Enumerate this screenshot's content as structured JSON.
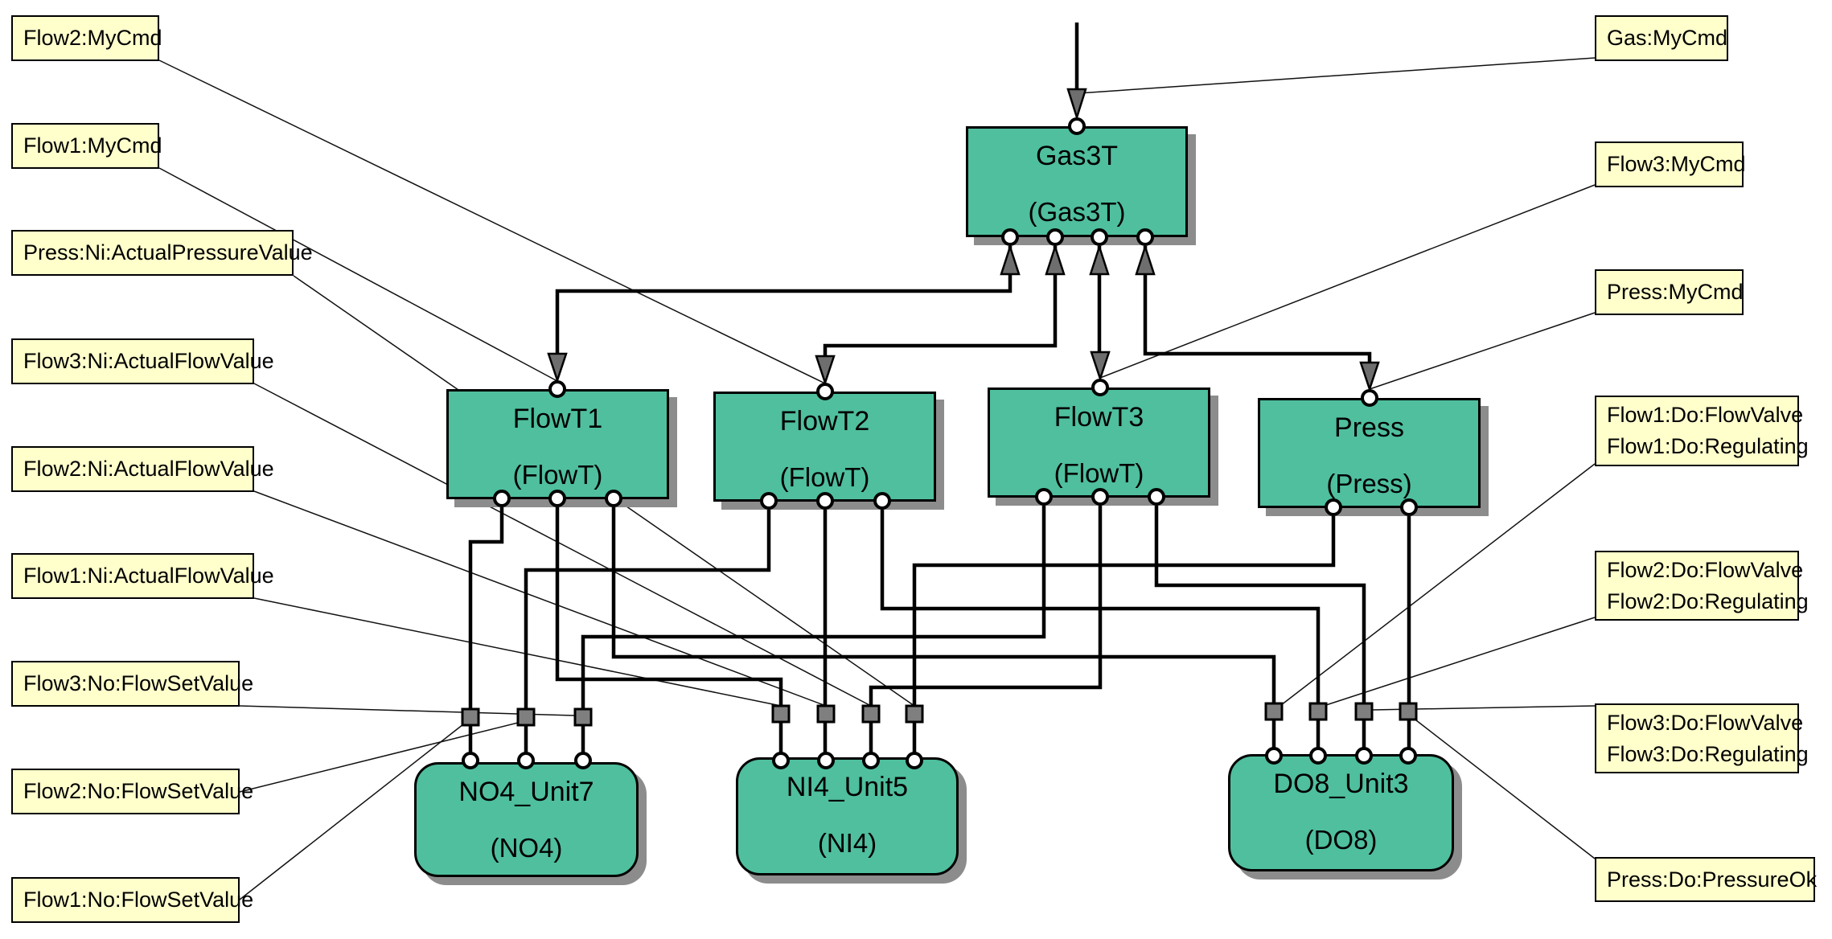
{
  "diagram_type": "function-block-network",
  "blocks": {
    "gas3t": {
      "title": "Gas3T",
      "subtitle": "(Gas3T)"
    },
    "flowt1": {
      "title": "FlowT1",
      "subtitle": "(FlowT)"
    },
    "flowt2": {
      "title": "FlowT2",
      "subtitle": "(FlowT)"
    },
    "flowt3": {
      "title": "FlowT3",
      "subtitle": "(FlowT)"
    },
    "press": {
      "title": "Press",
      "subtitle": "(Press)"
    },
    "no4_unit7": {
      "title": "NO4_Unit7",
      "subtitle": "(NO4)"
    },
    "ni4_unit5": {
      "title": "NI4_Unit5",
      "subtitle": "(NI4)"
    },
    "do8_unit3": {
      "title": "DO8_Unit3",
      "subtitle": "(DO8)"
    }
  },
  "labels": {
    "flow2_mycmd": "Flow2:MyCmd",
    "flow1_mycmd": "Flow1:MyCmd",
    "press_ni_actualpressurevalue": "Press:Ni:ActualPressureValue",
    "flow3_ni_actualflowvalue": "Flow3:Ni:ActualFlowValue",
    "flow2_ni_actualflowvalue": "Flow2:Ni:ActualFlowValue",
    "flow1_ni_actualflowvalue": "Flow1:Ni:ActualFlowValue",
    "flow3_no_flowsetvalue": "Flow3:No:FlowSetValue",
    "flow2_no_flowsetvalue": "Flow2:No:FlowSetValue",
    "flow1_no_flowsetvalue": "Flow1:No:FlowSetValue",
    "gas_mycmd": "Gas:MyCmd",
    "flow3_mycmd": "Flow3:MyCmd",
    "press_mycmd": "Press:MyCmd",
    "flow1_do_flowvalve": "Flow1:Do:FlowValve",
    "flow1_do_regulating": "Flow1:Do:Regulating",
    "flow2_do_flowvalve": "Flow2:Do:FlowValve",
    "flow2_do_regulating": "Flow2:Do:Regulating",
    "flow3_do_flowvalve": "Flow3:Do:FlowValve",
    "flow3_do_regulating": "Flow3:Do:Regulating",
    "press_do_pressureok": "Press:Do:PressureOk"
  },
  "colors": {
    "block_fill": "#4FBF9E",
    "block_shadow": "#8C8C8C",
    "label_fill": "#FFFFCC",
    "connector_square": "#7F7F7F",
    "arrow_fill": "#6E6E6E",
    "wire": "#000000",
    "background": "#FFFFFF"
  },
  "connections": {
    "adapter": [
      "external→Gas3T",
      "Gas3T↔FlowT1",
      "Gas3T↔FlowT2",
      "Gas3T↔FlowT3",
      "Gas3T↔Press"
    ],
    "io": [
      "FlowT1→NO4_Unit7",
      "FlowT1→NI4_Unit5",
      "FlowT1→DO8_Unit3",
      "FlowT2→NO4_Unit7",
      "FlowT2→NI4_Unit5",
      "FlowT2→DO8_Unit3",
      "FlowT3→NO4_Unit7",
      "FlowT3→NI4_Unit5",
      "FlowT3→DO8_Unit3",
      "Press→NI4_Unit5",
      "Press→DO8_Unit3"
    ]
  }
}
